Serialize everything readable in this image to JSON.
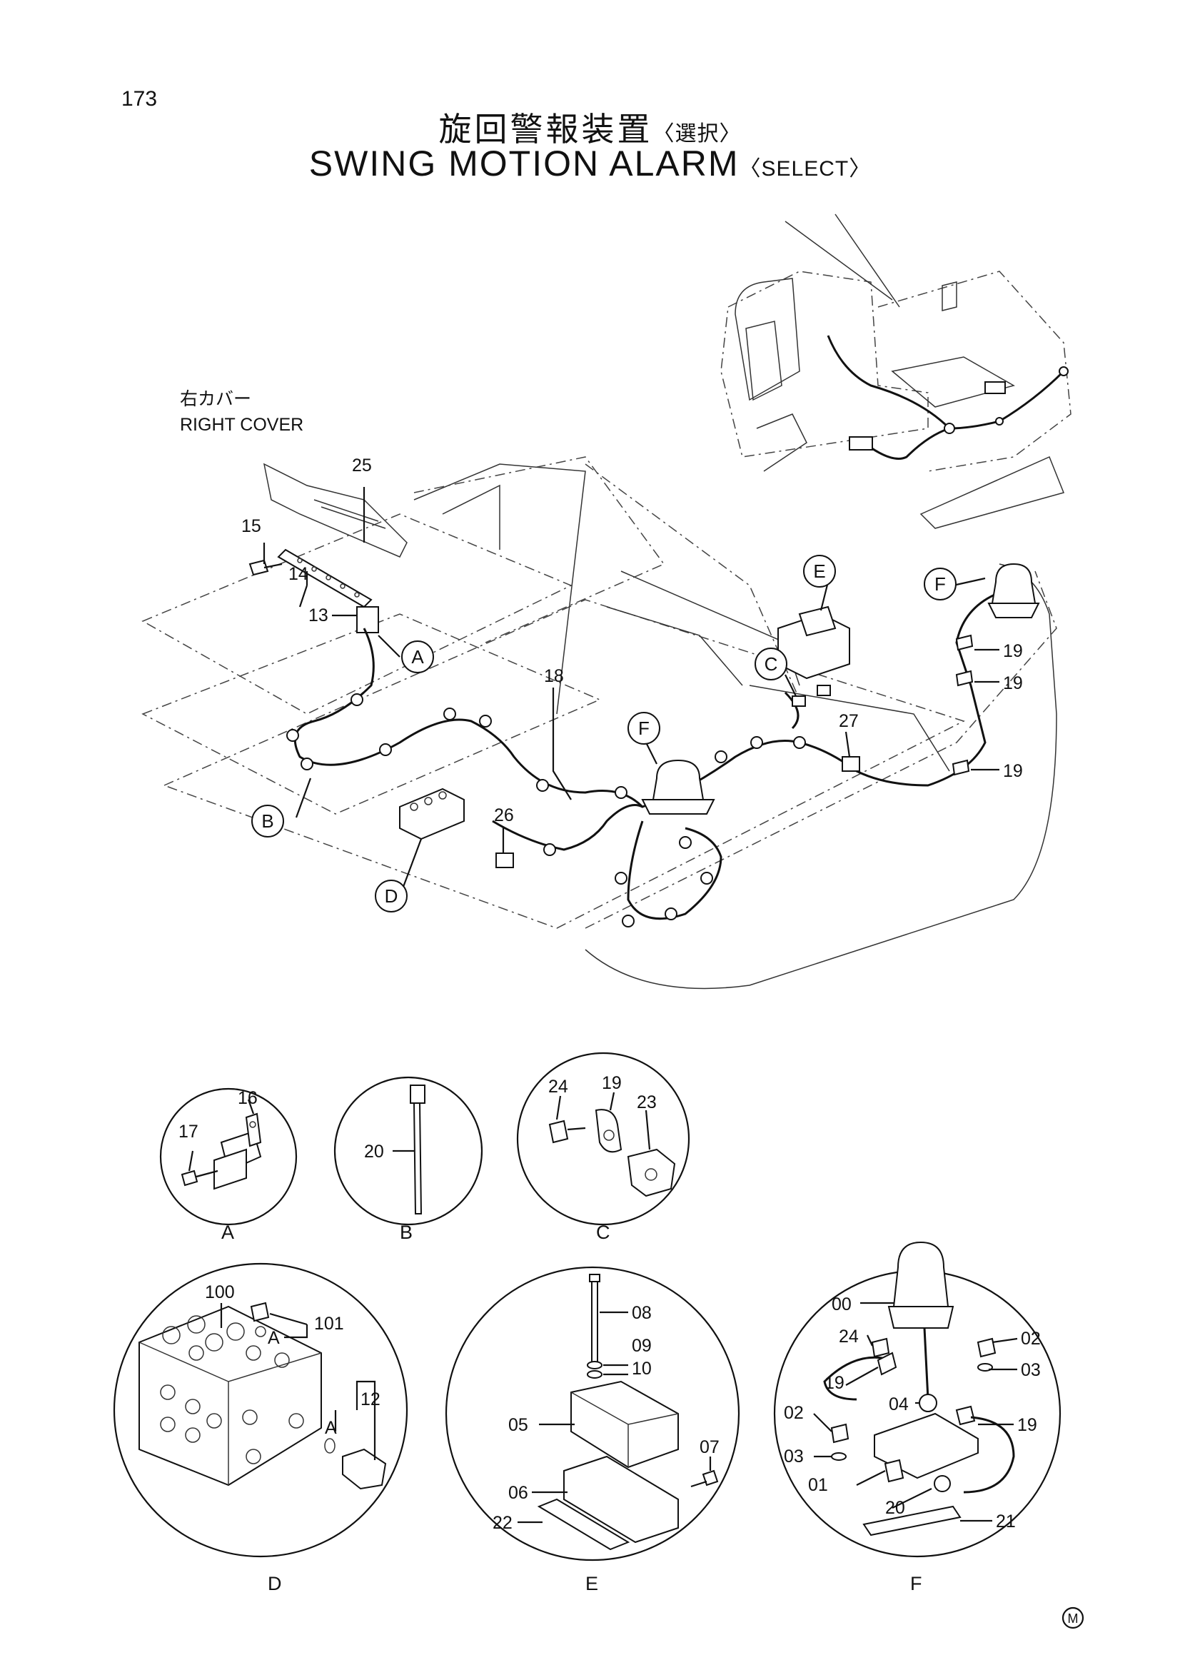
{
  "page_number": "173",
  "title": {
    "jp": "旋回警報装置",
    "jp_sub": "〈選択〉",
    "en": "SWING MOTION ALARM",
    "en_sub": "〈SELECT〉"
  },
  "right_cover": {
    "jp": "右カバー",
    "en": "RIGHT COVER"
  },
  "main_callouts": [
    "25",
    "15",
    "14",
    "13",
    "18",
    "26",
    "27",
    "19",
    "19",
    "19"
  ],
  "main_circles": [
    "A",
    "B",
    "C",
    "D",
    "E",
    "F",
    "F"
  ],
  "details": {
    "A": {
      "letter": "A",
      "labels": [
        "16",
        "17"
      ]
    },
    "B": {
      "letter": "B",
      "labels": [
        "20"
      ]
    },
    "C": {
      "letter": "C",
      "labels": [
        "24",
        "19",
        "23"
      ]
    },
    "D": {
      "letter": "D",
      "labels": [
        "100",
        "101",
        "A",
        "12",
        "A"
      ]
    },
    "E": {
      "letter": "E",
      "labels": [
        "08",
        "09",
        "10",
        "05",
        "07",
        "06",
        "22"
      ]
    },
    "F": {
      "letter": "F",
      "labels": [
        "00",
        "24",
        "02",
        "03",
        "19",
        "04",
        "02",
        "19",
        "03",
        "01",
        "20",
        "21"
      ]
    }
  },
  "corner_mark": "M"
}
